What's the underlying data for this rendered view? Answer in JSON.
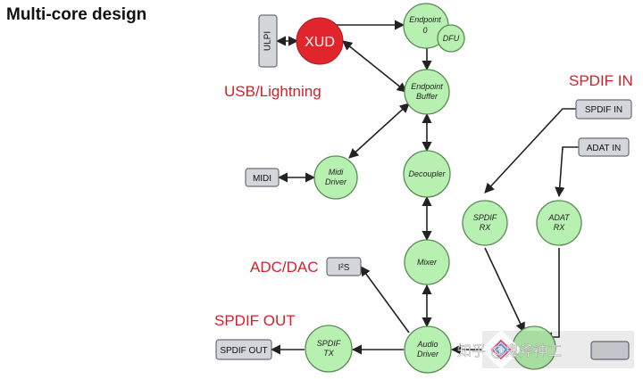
{
  "title": "Multi-core design",
  "labels": {
    "usb": "USB/Lightning",
    "spdif_in": "SPDIF IN",
    "adc_dac": "ADC/DAC",
    "spdif_out": "SPDIF OUT"
  },
  "nodes": {
    "xud": "XUD",
    "endpoint0": [
      "Endpoint",
      "0"
    ],
    "dfu": "DFU",
    "endpoint_buffer": [
      "Endpoint",
      "Buffer"
    ],
    "midi_driver": [
      "Midi",
      "Driver"
    ],
    "decoupler": [
      "Decoupler"
    ],
    "mixer": [
      "Mixer"
    ],
    "audio_driver": [
      "Audio",
      "Driver"
    ],
    "spdif_tx": [
      "SPDIF",
      "TX"
    ],
    "spdif_rx": [
      "SPDIF",
      "RX"
    ],
    "adat_rx": [
      "ADAT",
      "RX"
    ]
  },
  "boxes": {
    "ulpi": "ULPI",
    "midi": "MIDI",
    "spdif_in": "SPDIF IN",
    "adat_in": "ADAT IN",
    "i2s": "I²S",
    "spdif_out": "SPDIF OUT"
  },
  "watermark": "知乎 @鬼斧神工"
}
